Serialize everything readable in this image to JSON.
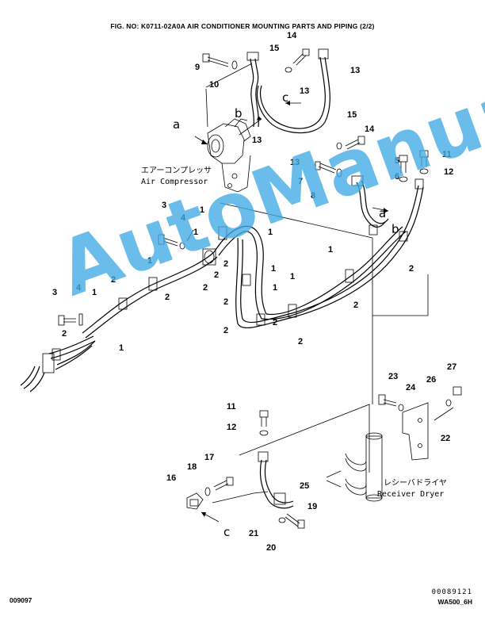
{
  "header": {
    "title": "FIG. NO:   K0711-02A0A    AIR CONDITIONER MOUNTING PARTS AND PIPING (2/2)"
  },
  "labels": {
    "air_compressor_jp": "エアーコンプレッサ",
    "air_compressor_en": "Air Compressor",
    "receiver_dryer_jp": "レシーバドライヤ",
    "receiver_dryer_en": "Receiver Dryer"
  },
  "view_letters": {
    "a": "a",
    "b": "b",
    "c": "c"
  },
  "callouts": {
    "c1": "1",
    "c2": "2",
    "c3": "3",
    "c4": "4",
    "c5": "5",
    "c6": "6",
    "c7": "7",
    "c8": "8",
    "c9": "9",
    "c10": "10",
    "c11": "11",
    "c12": "12",
    "c13": "13",
    "c14": "14",
    "c15": "15",
    "c16": "16",
    "c17": "17",
    "c18": "18",
    "c19": "19",
    "c20": "20",
    "c21": "21",
    "c22": "22",
    "c23": "23",
    "c24": "24",
    "c25": "25",
    "c26": "26",
    "c27": "27"
  },
  "watermark": "AutoManual",
  "footer": {
    "figure_code": "009097",
    "serial": "00089121",
    "model": "WA500_6H"
  }
}
